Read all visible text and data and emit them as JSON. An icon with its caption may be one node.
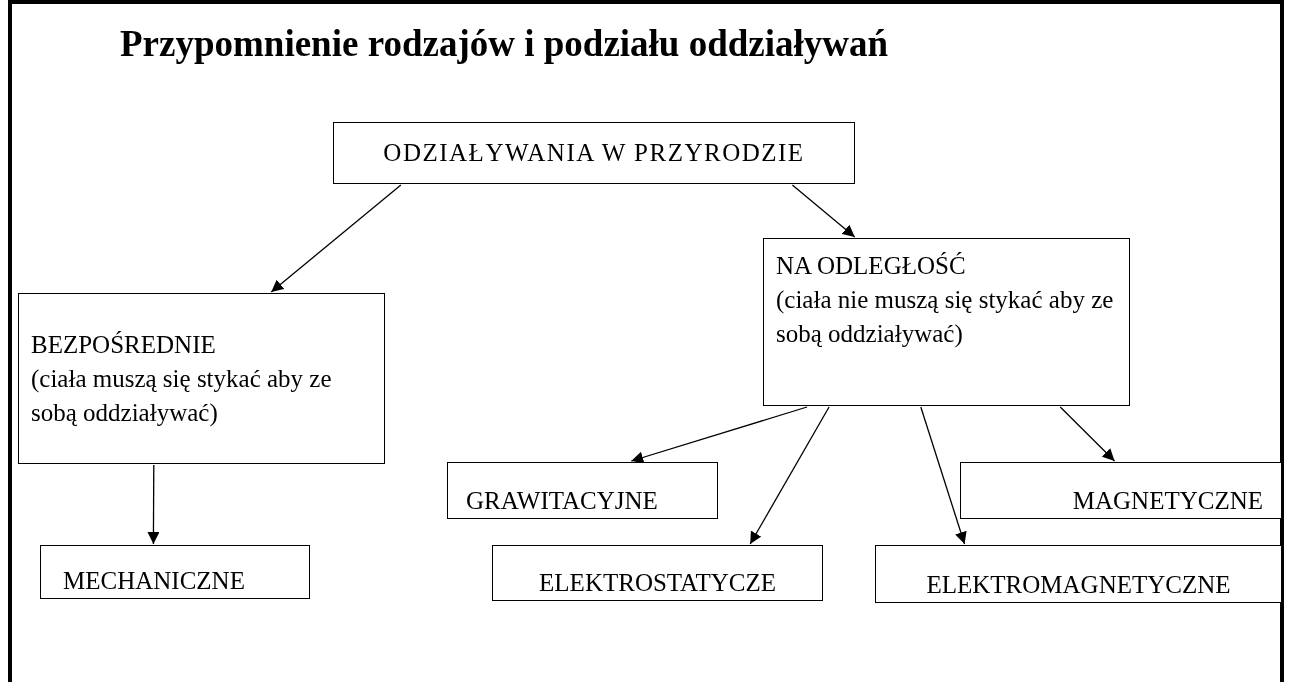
{
  "diagram": {
    "title": "Przypomnienie rodzajów i podziału oddziaływań",
    "nodes": [
      {
        "text": [
          "ODZIAŁYWANIA W PRZYRODZIE"
        ]
      },
      {
        "text": [
          "BEZPOŚREDNIE",
          "(ciała muszą się stykać aby ze sobą oddziaływać)"
        ]
      },
      {
        "text": [
          "NA ODLEGŁOŚĆ",
          "(ciała nie muszą się stykać aby ze sobą oddziaływać)"
        ]
      },
      {
        "text": [
          "GRAWITACYJNE"
        ]
      },
      {
        "text": [
          "MAGNETYCZNE"
        ]
      },
      {
        "text": [
          "MECHANICZNE"
        ]
      },
      {
        "text": [
          "ELEKTROSTATYCZE"
        ]
      },
      {
        "text": [
          "ELEKTROMAGNETYCZNE"
        ]
      }
    ],
    "edges": [
      {
        "from": 0,
        "to": 1,
        "arrow": "to"
      },
      {
        "from": 0,
        "to": 2,
        "arrow": "to"
      },
      {
        "from": 1,
        "to": 5,
        "arrow": "to"
      },
      {
        "from": 2,
        "to": 3,
        "arrow": "to"
      },
      {
        "from": 2,
        "to": 6,
        "arrow": "to"
      },
      {
        "from": 2,
        "to": 7,
        "arrow": "to"
      },
      {
        "from": 2,
        "to": 4,
        "arrow": "to"
      }
    ]
  }
}
